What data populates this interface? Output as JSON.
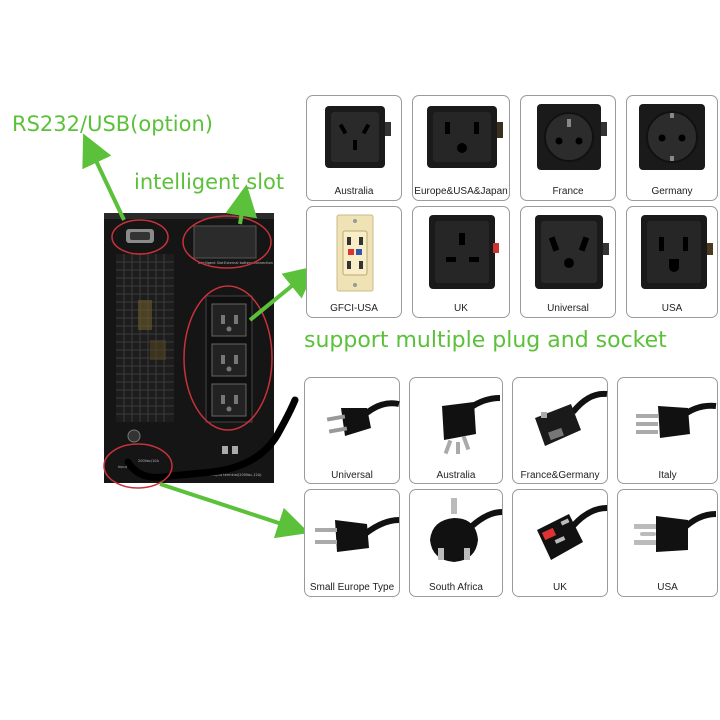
{
  "labels": {
    "rs232": "RS232/USB(option)",
    "slot": "intelligent slot",
    "support": "support multiple plug and socket"
  },
  "ups_text": {
    "slot_label": "Intelligent Slot",
    "network_label": "External battery connection",
    "output_label": "Output terminal(200Vac,12A)",
    "input_label": "Input",
    "fuse_label": "200Vac/10A"
  },
  "sockets": [
    {
      "caption": "Australia"
    },
    {
      "caption": "Europe&USA&Japan"
    },
    {
      "caption": "France"
    },
    {
      "caption": "Germany"
    },
    {
      "caption": "GFCI-USA"
    },
    {
      "caption": "UK"
    },
    {
      "caption": "Universal"
    },
    {
      "caption": "USA"
    }
  ],
  "plugs": [
    {
      "caption": "Universal"
    },
    {
      "caption": "Australia"
    },
    {
      "caption": "France&Germany"
    },
    {
      "caption": "Italy"
    },
    {
      "caption": "Small Europe Type"
    },
    {
      "caption": "South Africa"
    },
    {
      "caption": "UK"
    },
    {
      "caption": "USA"
    }
  ],
  "colors": {
    "accent_green": "#5cc13a",
    "annotation_red": "#c8323a",
    "ups_body": "#151515"
  }
}
